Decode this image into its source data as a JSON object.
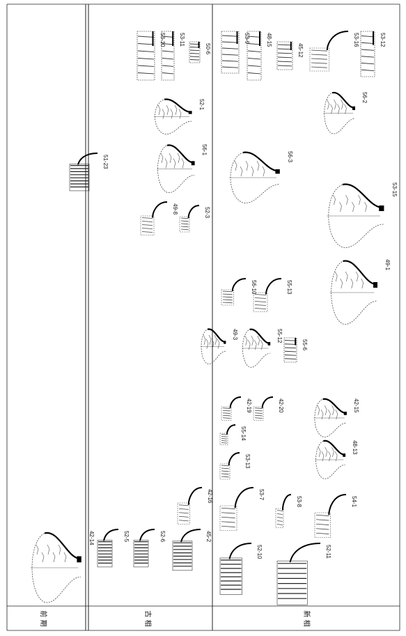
{
  "phases": [
    {
      "key": "early",
      "label": "前 期"
    },
    {
      "key": "middle",
      "label": "古 相"
    },
    {
      "key": "late",
      "label": "新 相"
    }
  ],
  "vessels": [
    {
      "id": "42-14",
      "phase": "early",
      "kind": "jar"
    },
    {
      "id": "51-23",
      "phase": "early",
      "kind": "rim"
    },
    {
      "id": "53-10",
      "phase": "middle",
      "kind": "sherd"
    },
    {
      "id": "53-11",
      "phase": "middle",
      "kind": "sherd"
    },
    {
      "id": "50-6",
      "phase": "middle",
      "kind": "sherd"
    },
    {
      "id": "52-1",
      "phase": "middle",
      "kind": "jar"
    },
    {
      "id": "56-1",
      "phase": "middle",
      "kind": "jar"
    },
    {
      "id": "49-8",
      "phase": "middle",
      "kind": "neck"
    },
    {
      "id": "52-3",
      "phase": "middle",
      "kind": "neck"
    },
    {
      "id": "42-16",
      "phase": "middle",
      "kind": "neck"
    },
    {
      "id": "52-5",
      "phase": "middle",
      "kind": "rim"
    },
    {
      "id": "52-6",
      "phase": "middle",
      "kind": "rim"
    },
    {
      "id": "45-2",
      "phase": "middle",
      "kind": "rim"
    },
    {
      "id": "53-9",
      "phase": "late",
      "kind": "sherd"
    },
    {
      "id": "48-15",
      "phase": "late",
      "kind": "sherd"
    },
    {
      "id": "45-12",
      "phase": "late",
      "kind": "sherd"
    },
    {
      "id": "53-16",
      "phase": "late",
      "kind": "neck"
    },
    {
      "id": "53-12",
      "phase": "late",
      "kind": "sherd"
    },
    {
      "id": "56-2",
      "phase": "late",
      "kind": "jar"
    },
    {
      "id": "56-3",
      "phase": "late",
      "kind": "jar"
    },
    {
      "id": "53-15",
      "phase": "late",
      "kind": "jar"
    },
    {
      "id": "56-10",
      "phase": "late",
      "kind": "neck"
    },
    {
      "id": "55-13",
      "phase": "late",
      "kind": "neck"
    },
    {
      "id": "49-1",
      "phase": "late",
      "kind": "jar"
    },
    {
      "id": "49-3",
      "phase": "late",
      "kind": "jar"
    },
    {
      "id": "55-12",
      "phase": "late",
      "kind": "jar"
    },
    {
      "id": "55-6",
      "phase": "late",
      "kind": "sherd"
    },
    {
      "id": "42-19",
      "phase": "late",
      "kind": "neck"
    },
    {
      "id": "42-20",
      "phase": "late",
      "kind": "neck"
    },
    {
      "id": "55-14",
      "phase": "late",
      "kind": "neck"
    },
    {
      "id": "53-13",
      "phase": "late",
      "kind": "neck"
    },
    {
      "id": "42-15",
      "phase": "late",
      "kind": "jar"
    },
    {
      "id": "48-13",
      "phase": "late",
      "kind": "jar"
    },
    {
      "id": "53-7",
      "phase": "late",
      "kind": "neck"
    },
    {
      "id": "53-8",
      "phase": "late",
      "kind": "neck"
    },
    {
      "id": "54-1",
      "phase": "late",
      "kind": "neck"
    },
    {
      "id": "52-10",
      "phase": "late",
      "kind": "rim"
    },
    {
      "id": "52-11",
      "phase": "late",
      "kind": "rim"
    }
  ]
}
